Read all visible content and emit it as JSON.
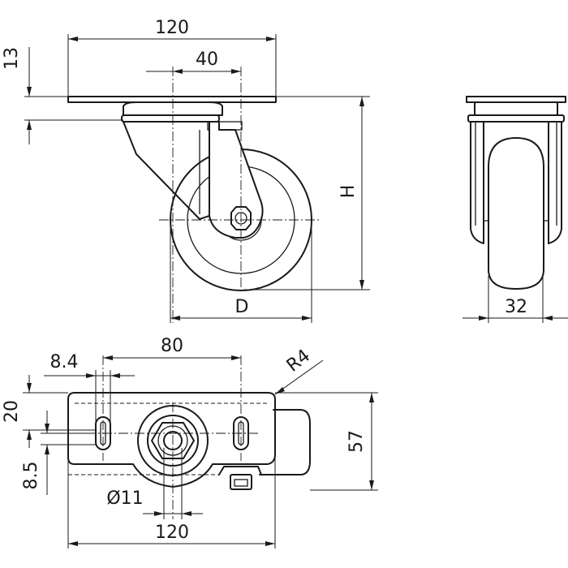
{
  "dimensions": {
    "top_width": "120",
    "top_hole_spacing": "40",
    "plate_thickness": "13",
    "height": "H",
    "diameter": "D",
    "wheel_width": "32",
    "slot_spacing": "80",
    "slot_width": "8.4",
    "corner_radius": "R4",
    "plate_depth": "20",
    "slot_length": "8.5",
    "overall_depth": "57",
    "bore": "Ø11",
    "bottom_width": "120"
  }
}
